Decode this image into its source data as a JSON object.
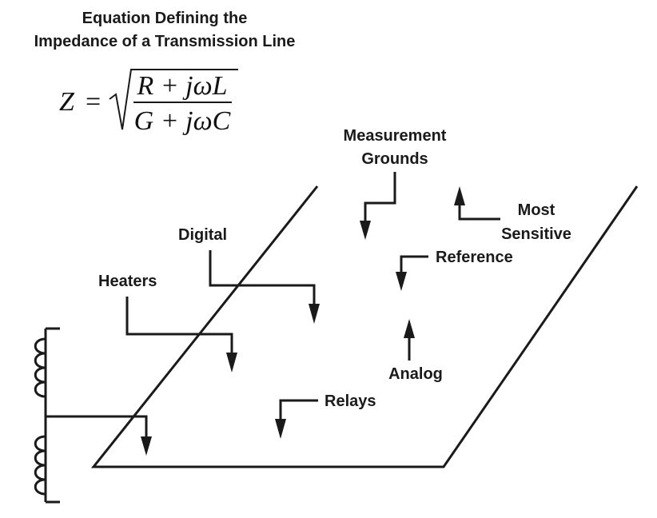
{
  "title": {
    "line1": "Equation Defining the",
    "line2": "Impedance of a Transmission Line"
  },
  "equation": {
    "lhs": "Z",
    "equals": "=",
    "numerator": "R + jωL",
    "denominator": "G + jωC"
  },
  "labels": {
    "measurement_grounds_1": "Measurement",
    "measurement_grounds_2": "Grounds",
    "most_sensitive_1": "Most",
    "most_sensitive_2": "Sensitive",
    "digital": "Digital",
    "reference": "Reference",
    "heaters": "Heaters",
    "analog": "Analog",
    "relays": "Relays"
  }
}
